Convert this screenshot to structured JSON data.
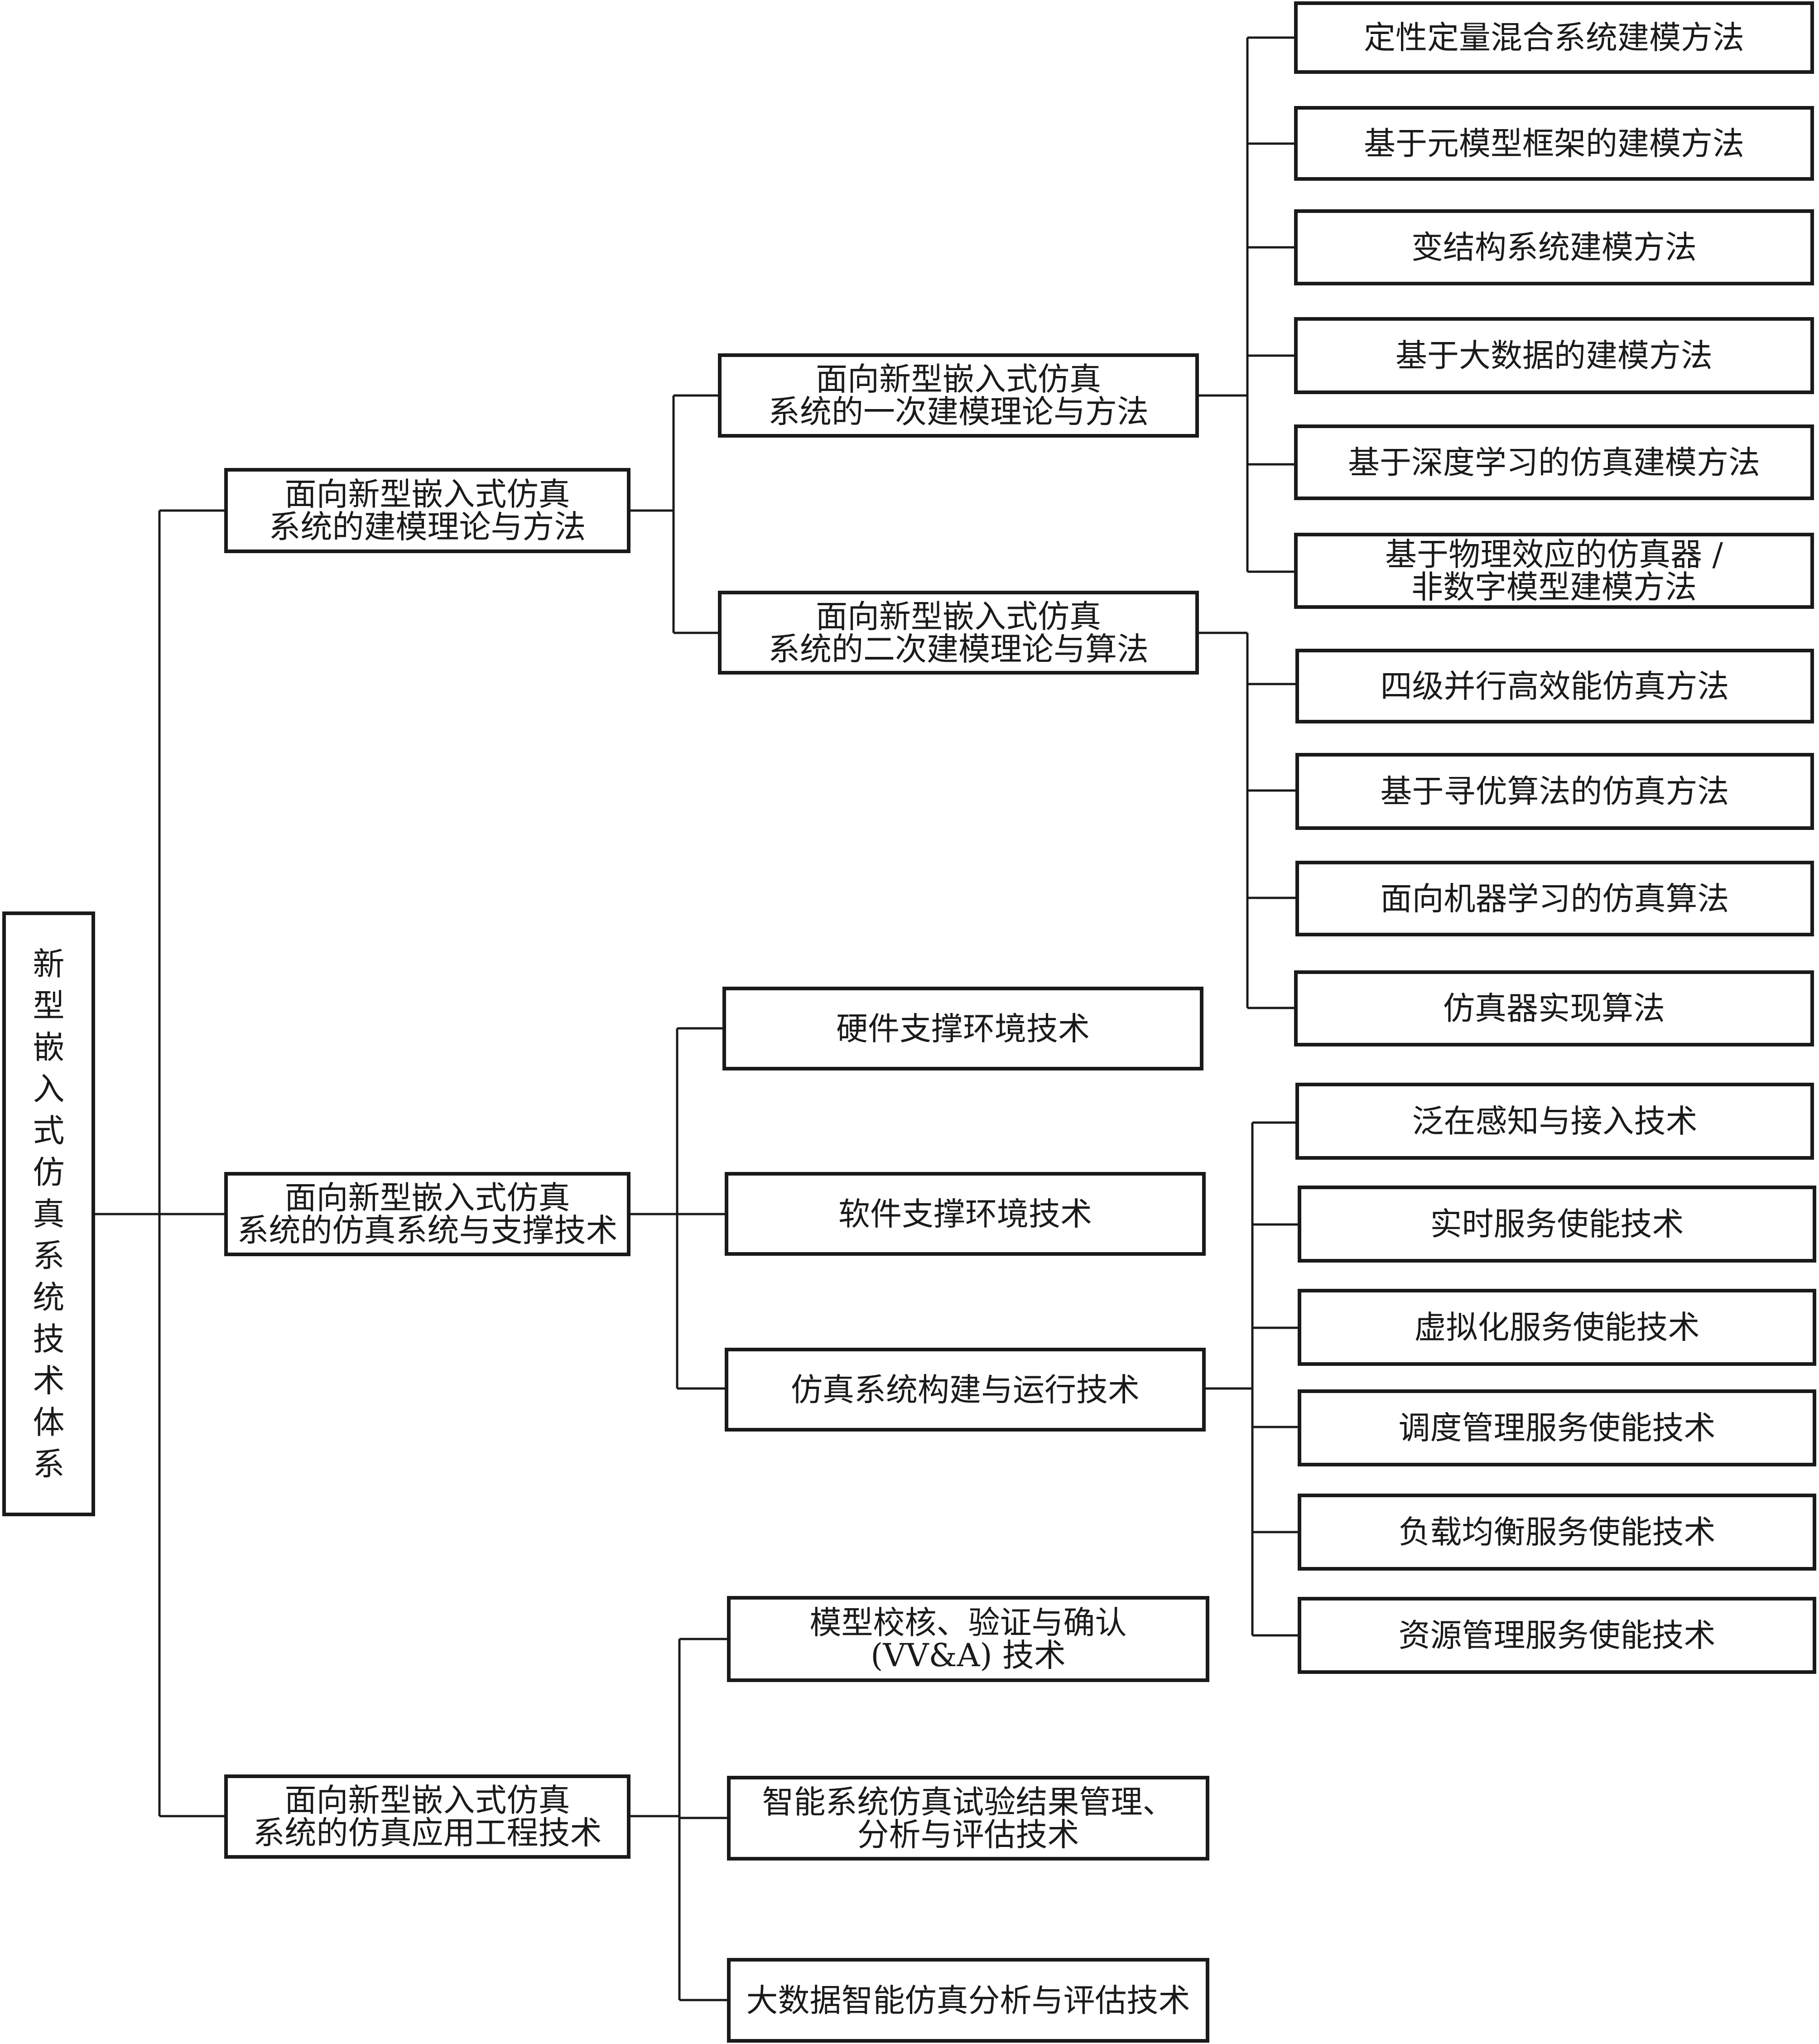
{
  "diagram": {
    "root": "新型嵌入式仿真系统技术体系",
    "level1": [
      "面向新型嵌入式仿真\n系统的建模理论与方法",
      "面向新型嵌入式仿真\n系统的仿真系统与支撑技术",
      "面向新型嵌入式仿真\n系统的仿真应用工程技术"
    ],
    "modeling": {
      "primary": "面向新型嵌入式仿真\n系统的一次建模理论与方法",
      "primary_items": [
        "定性定量混合系统建模方法",
        "基于元模型框架的建模方法",
        "变结构系统建模方法",
        "基于大数据的建模方法",
        "基于深度学习的仿真建模方法",
        "基于物理效应的仿真器 /\n非数字模型建模方法"
      ],
      "secondary": "面向新型嵌入式仿真\n系统的二次建模理论与算法",
      "secondary_items": [
        "四级并行高效能仿真方法",
        "基于寻优算法的仿真方法",
        "面向机器学习的仿真算法",
        "仿真器实现算法"
      ]
    },
    "support": {
      "items": [
        "硬件支撑环境技术",
        "软件支撑环境技术",
        "仿真系统构建与运行技术"
      ],
      "runtime_items": [
        "泛在感知与接入技术",
        "实时服务使能技术",
        "虚拟化服务使能技术",
        "调度管理服务使能技术",
        "负载均衡服务使能技术",
        "资源管理服务使能技术"
      ]
    },
    "application": {
      "items": [
        "模型校核、验证与确认\n(VV&A) 技术",
        "智能系统仿真试验结果管理、\n分析与评估技术",
        "大数据智能仿真分析与评估技术"
      ]
    }
  }
}
